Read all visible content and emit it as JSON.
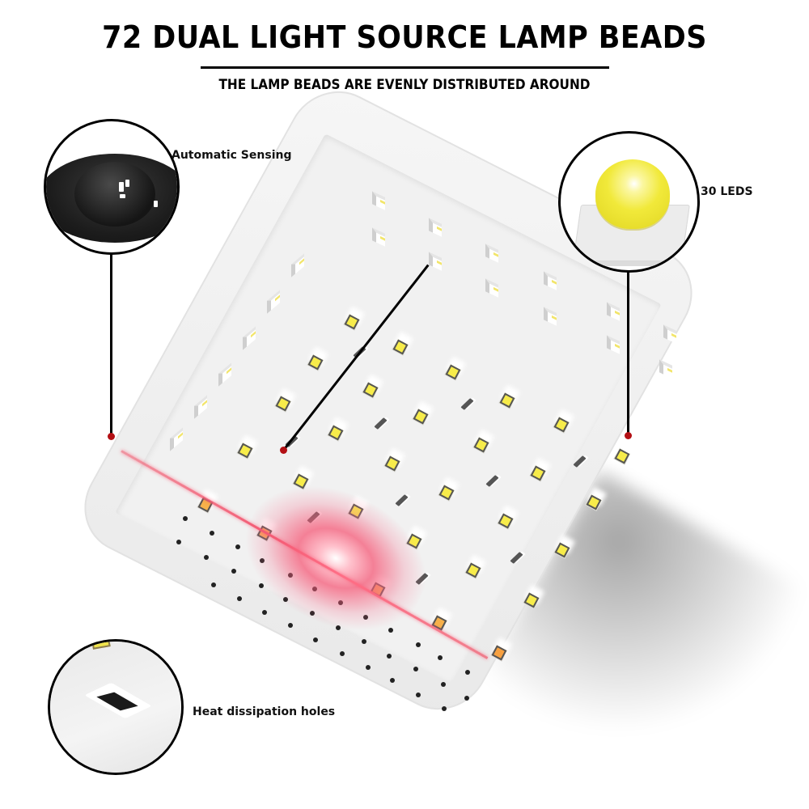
{
  "header": {
    "title": "72 DUAL LIGHT SOURCE LAMP BEADS",
    "subtitle": "THE LAMP BEADS ARE EVENLY DISTRIBUTED AROUND"
  },
  "callouts": [
    {
      "id": "sensor",
      "label": "Automatic Sensing",
      "icon": "infrared-sensor-icon"
    },
    {
      "id": "leds",
      "label": "30 LEDS",
      "icon": "smd-led-bead-icon"
    },
    {
      "id": "heat",
      "label": "Heat dissipation holes",
      "icon": "vent-hole-icon"
    }
  ],
  "product": {
    "name": "UV/LED nail lamp interior",
    "total_lamp_beads": 72,
    "floor_led_count": 30,
    "accent_colors": {
      "led_yellow": "#f7ec4a",
      "laser_red": "#f35a73",
      "callout_dot": "#b30f14",
      "housing_white": "#f4f4f4"
    }
  }
}
